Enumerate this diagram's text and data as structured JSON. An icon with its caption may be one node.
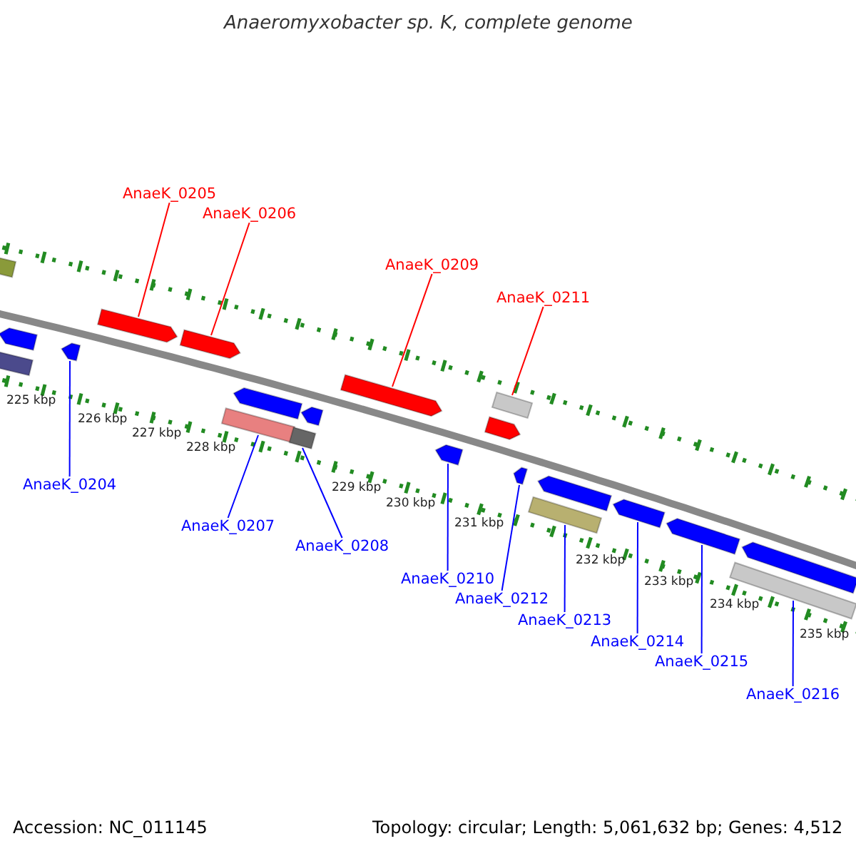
{
  "diagram": {
    "title": "Anaeromyxobacter sp. K, complete genome",
    "nodes": [
      {
        "text": [
          "AnaeK_0205"
        ]
      },
      {
        "text": [
          "AnaeK_0206"
        ]
      },
      {
        "text": [
          "AnaeK_0209"
        ]
      },
      {
        "text": [
          "AnaeK_0211"
        ]
      },
      {
        "text": [
          "AnaeK_0204"
        ]
      },
      {
        "text": [
          "AnaeK_0207"
        ]
      },
      {
        "text": [
          "AnaeK_0208"
        ]
      },
      {
        "text": [
          "AnaeK_0210"
        ]
      },
      {
        "text": [
          "AnaeK_0212"
        ]
      },
      {
        "text": [
          "AnaeK_0213"
        ]
      },
      {
        "text": [
          "AnaeK_0214"
        ]
      },
      {
        "text": [
          "AnaeK_0215"
        ]
      },
      {
        "text": [
          "AnaeK_0216"
        ]
      },
      {
        "text": [],
        "shape": "bar"
      },
      {
        "text": [],
        "shape": "arrow"
      },
      {
        "text": [],
        "shape": "bar"
      },
      {
        "text": [],
        "shape": "arrow"
      },
      {
        "text": [],
        "shape": "arrow"
      },
      {
        "text": [],
        "shape": "arrow"
      },
      {
        "text": [],
        "shape": "arrow"
      },
      {
        "text": [],
        "shape": "bar"
      },
      {
        "text": [],
        "shape": "arrow"
      },
      {
        "text": [],
        "shape": "bar"
      },
      {
        "text": [],
        "shape": "arrow"
      },
      {
        "text": [],
        "shape": "arrow"
      },
      {
        "text": [],
        "shape": "bar"
      },
      {
        "text": [],
        "shape": "arrow"
      },
      {
        "text": [],
        "shape": "arrow"
      },
      {
        "text": [],
        "shape": "arrow"
      },
      {
        "text": [],
        "shape": "bar"
      },
      {
        "text": [],
        "shape": "arrow"
      },
      {
        "text": [],
        "shape": "arrow"
      },
      {
        "text": [],
        "shape": "arrow"
      },
      {
        "text": [],
        "shape": "bar"
      }
    ],
    "edges": [
      {
        "from": 0,
        "to": 17,
        "arrow": "none",
        "color": "#ff0000"
      },
      {
        "from": 1,
        "to": 18,
        "arrow": "none",
        "color": "#ff0000"
      },
      {
        "from": 2,
        "to": 23,
        "arrow": "none",
        "color": "#ff0000"
      },
      {
        "from": 3,
        "to": 25,
        "arrow": "none",
        "color": "#ff0000"
      },
      {
        "from": 4,
        "to": 16,
        "arrow": "none"
      },
      {
        "from": 5,
        "to": 20,
        "arrow": "none"
      },
      {
        "from": 6,
        "to": 22,
        "arrow": "none"
      },
      {
        "from": 7,
        "to": 24,
        "arrow": "none"
      },
      {
        "from": 8,
        "to": 27,
        "arrow": "none"
      },
      {
        "from": 9,
        "to": 29,
        "arrow": "none"
      },
      {
        "from": 10,
        "to": 30,
        "arrow": "none"
      },
      {
        "from": 11,
        "to": 31,
        "arrow": "none"
      },
      {
        "from": 12,
        "to": 33,
        "arrow": "none"
      }
    ],
    "labels": [
      "225 kbp",
      "226 kbp",
      "227 kbp",
      "228 kbp",
      "229 kbp",
      "230 kbp",
      "231 kbp",
      "232 kbp",
      "233 kbp",
      "234 kbp",
      "235 kbp",
      "Accession: NC_011145",
      "Topology: circular; Length: 5,061,632 bp; Genes: 4,512"
    ]
  }
}
